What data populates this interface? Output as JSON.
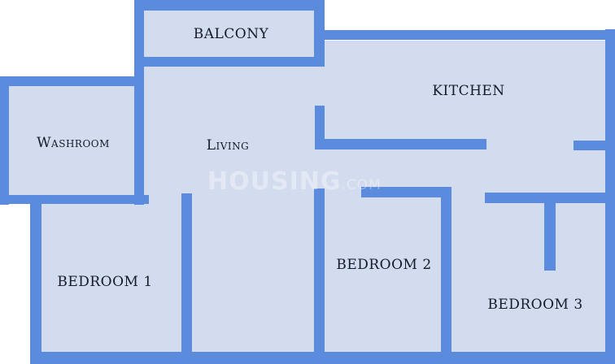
{
  "floorplan": {
    "colors": {
      "wall": "#5a8bdc",
      "floor": "#d3dcee",
      "background": "#ffffff",
      "text": "#151a2a"
    },
    "rooms": {
      "balcony": "BALCONY",
      "kitchen": "KITCHEN",
      "washroom": "Washroom",
      "living": "Living",
      "bedroom1": "BEDROOM 1",
      "bedroom2": "BEDROOM 2",
      "bedroom3": "BEDROOM 3"
    },
    "watermark": {
      "brand": "HOUSING",
      "suffix": ".COM"
    }
  }
}
